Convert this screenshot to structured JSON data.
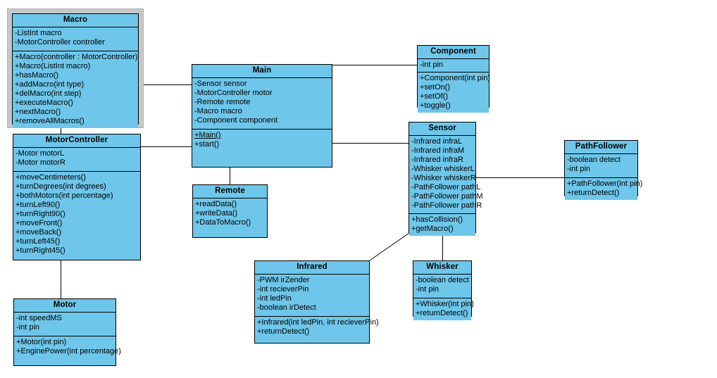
{
  "diagram": {
    "type": "uml-class-diagram",
    "background": "#ffffff",
    "class_fill": "#6ec6ea",
    "border_color": "#000000",
    "selection_color": "#c7c7c7"
  },
  "classes": {
    "macro": {
      "name": "Macro",
      "attributes": [
        "-ListInt macro",
        "-MotorController controller"
      ],
      "methods": [
        "+Macro(controller : MotorController)",
        "+Macro(ListInt macro)",
        "+hasMacro()",
        "+addMacro(int type)",
        "+delMacro(int step)",
        "+executeMacro()",
        "+nextMacro()",
        "+removeAllMacros()"
      ]
    },
    "motorcontroller": {
      "name": "MotorController",
      "attributes": [
        "-Motor motorL",
        "-Motor motorR"
      ],
      "methods": [
        "+moveCentimeters()",
        "+turnDegrees(int degrees)",
        "+bothMotors(int percentage)",
        "+turnLeft90()",
        "+turnRight90()",
        "+moveFront()",
        "+moveBack()",
        "+turnLeft45()",
        "+turnRight45()"
      ]
    },
    "motor": {
      "name": "Motor",
      "attributes": [
        "-int speedMS",
        "-int pin"
      ],
      "methods": [
        "+Motor(int pin)",
        "+EnginePower(int percentage)"
      ]
    },
    "main": {
      "name": "Main",
      "attributes": [
        "-Sensor sensor",
        "-MotorController motor",
        "-Remote remote",
        "-Macro macro",
        "-Component component"
      ],
      "methods": [
        "+Main()",
        "+start()"
      ],
      "static_methods": [
        "+Main()"
      ]
    },
    "remote": {
      "name": "Remote",
      "attributes": [],
      "methods": [
        "+readData()",
        "+writeData()",
        "+DataToMacro()"
      ]
    },
    "component": {
      "name": "Component",
      "attributes": [
        "-int pin"
      ],
      "methods": [
        "+Component(int pin)",
        "+setOn()",
        "+setOf()",
        "+toggle()"
      ]
    },
    "sensor": {
      "name": "Sensor",
      "attributes": [
        "-Infrared infraL",
        "-Infrared infraM",
        "-Infrared infraR",
        "-Whisker whiskerL",
        "-Whisker whiskerR",
        "-PathFollower pathL",
        "-PathFollower pathM",
        "-PathFollower pathR"
      ],
      "methods": [
        "+hasCollision()",
        "+getMacro()"
      ]
    },
    "pathfollower": {
      "name": "PathFollower",
      "attributes": [
        "-boolean detect",
        "-int pin"
      ],
      "methods": [
        "+PathFollower(int pin)",
        "+returnDetect()"
      ]
    },
    "infrared": {
      "name": "Infrared",
      "attributes": [
        "-PWM irZender",
        "-int recieverPin",
        "-int ledPin",
        "-boolean irDetect"
      ],
      "methods": [
        "+Infrared(int ledPin, int recieverPin)",
        "+returnDetect()"
      ]
    },
    "whisker": {
      "name": "Whisker",
      "attributes": [
        "-boolean detect",
        "-int pin"
      ],
      "methods": [
        "+Whisker(int pin)",
        "+returnDetect()"
      ]
    }
  },
  "associations": [
    {
      "from": "macro",
      "to": "main"
    },
    {
      "from": "macro",
      "to": "motorcontroller"
    },
    {
      "from": "motorcontroller",
      "to": "main"
    },
    {
      "from": "motorcontroller",
      "to": "motor"
    },
    {
      "from": "main",
      "to": "component"
    },
    {
      "from": "main",
      "to": "sensor"
    },
    {
      "from": "main",
      "to": "remote"
    },
    {
      "from": "sensor",
      "to": "pathfollower"
    },
    {
      "from": "sensor",
      "to": "infrared"
    },
    {
      "from": "sensor",
      "to": "whisker"
    }
  ]
}
